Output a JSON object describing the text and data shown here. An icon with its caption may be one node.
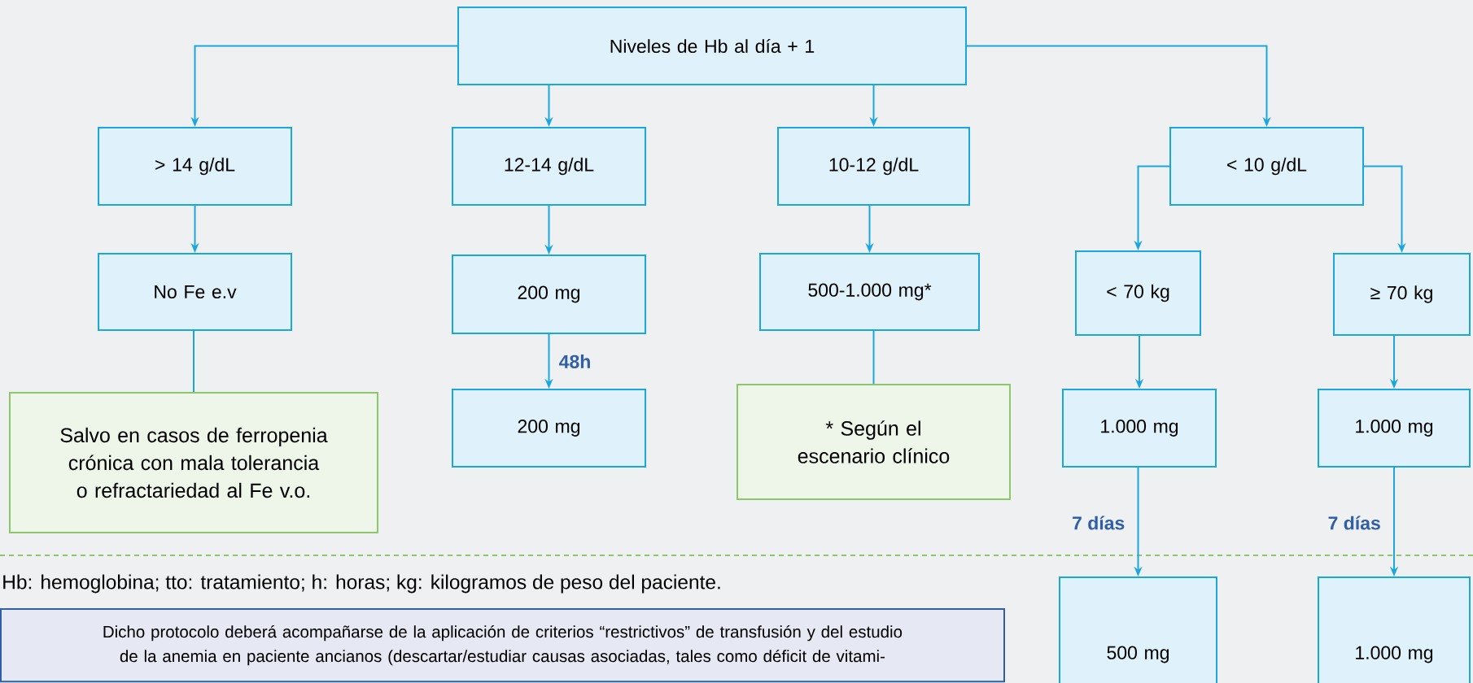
{
  "diagram": {
    "nodes": [
      {
        "text": [
          "Niveles de Hb al día + 1"
        ]
      },
      {
        "text": [
          "> 14 g/dL"
        ]
      },
      {
        "text": [
          "12-14 g/dL"
        ]
      },
      {
        "text": [
          "10-12 g/dL"
        ]
      },
      {
        "text": [
          "< 10 g/dL"
        ]
      },
      {
        "text": [
          "No Fe e.v"
        ]
      },
      {
        "text": [
          "200 mg"
        ]
      },
      {
        "text": [
          "500-1.000 mg*"
        ]
      },
      {
        "text": [
          "< 70 kg"
        ]
      },
      {
        "text": [
          "≥ 70 kg"
        ]
      },
      {
        "text": [
          "Salvo en casos de ferropenia crónica con mala tolerancia o refractariedad al Fe v.o."
        ]
      },
      {
        "text": [
          "200 mg"
        ]
      },
      {
        "text": [
          "* Según el escenario clínico"
        ]
      },
      {
        "text": [
          "1.000 mg"
        ]
      },
      {
        "text": [
          "1.000 mg"
        ]
      },
      {
        "text": [
          "500 mg"
        ]
      },
      {
        "text": [
          "1.000 mg"
        ]
      },
      {
        "text": [
          "Dicho protocolo deberá acompañarse de la aplicación de criterios “restrictivos” de transfusión y del estudio de la anemia en paciente ancianos (descartar/estudiar causas asociadas, tales como déficit de vitami-"
        ]
      }
    ],
    "edges": [
      {
        "from": 0,
        "to": 1,
        "arrow": "to"
      },
      {
        "from": 0,
        "to": 2,
        "arrow": "to"
      },
      {
        "from": 0,
        "to": 3,
        "arrow": "to"
      },
      {
        "from": 0,
        "to": 4,
        "arrow": "to"
      },
      {
        "from": 1,
        "to": 5,
        "arrow": "to"
      },
      {
        "from": 2,
        "to": 6,
        "arrow": "to"
      },
      {
        "from": 3,
        "to": 7,
        "arrow": "to"
      },
      {
        "from": 4,
        "to": 8,
        "arrow": "to"
      },
      {
        "from": 4,
        "to": 9,
        "arrow": "to"
      },
      {
        "from": 5,
        "to": 10,
        "arrow": "none"
      },
      {
        "from": 6,
        "to": 11,
        "arrow": "to",
        "label": "48h"
      },
      {
        "from": 7,
        "to": 12,
        "arrow": "none"
      },
      {
        "from": 8,
        "to": 13,
        "arrow": "to"
      },
      {
        "from": 9,
        "to": 14,
        "arrow": "to"
      },
      {
        "from": 13,
        "to": 15,
        "arrow": "to",
        "label": "7 días"
      },
      {
        "from": 14,
        "to": 16,
        "arrow": "to",
        "label": "7 días"
      }
    ],
    "labels": [
      "Hb: hemoglobina; tto: tratamiento; h: horas; kg: kilogramos de peso del paciente."
    ]
  }
}
